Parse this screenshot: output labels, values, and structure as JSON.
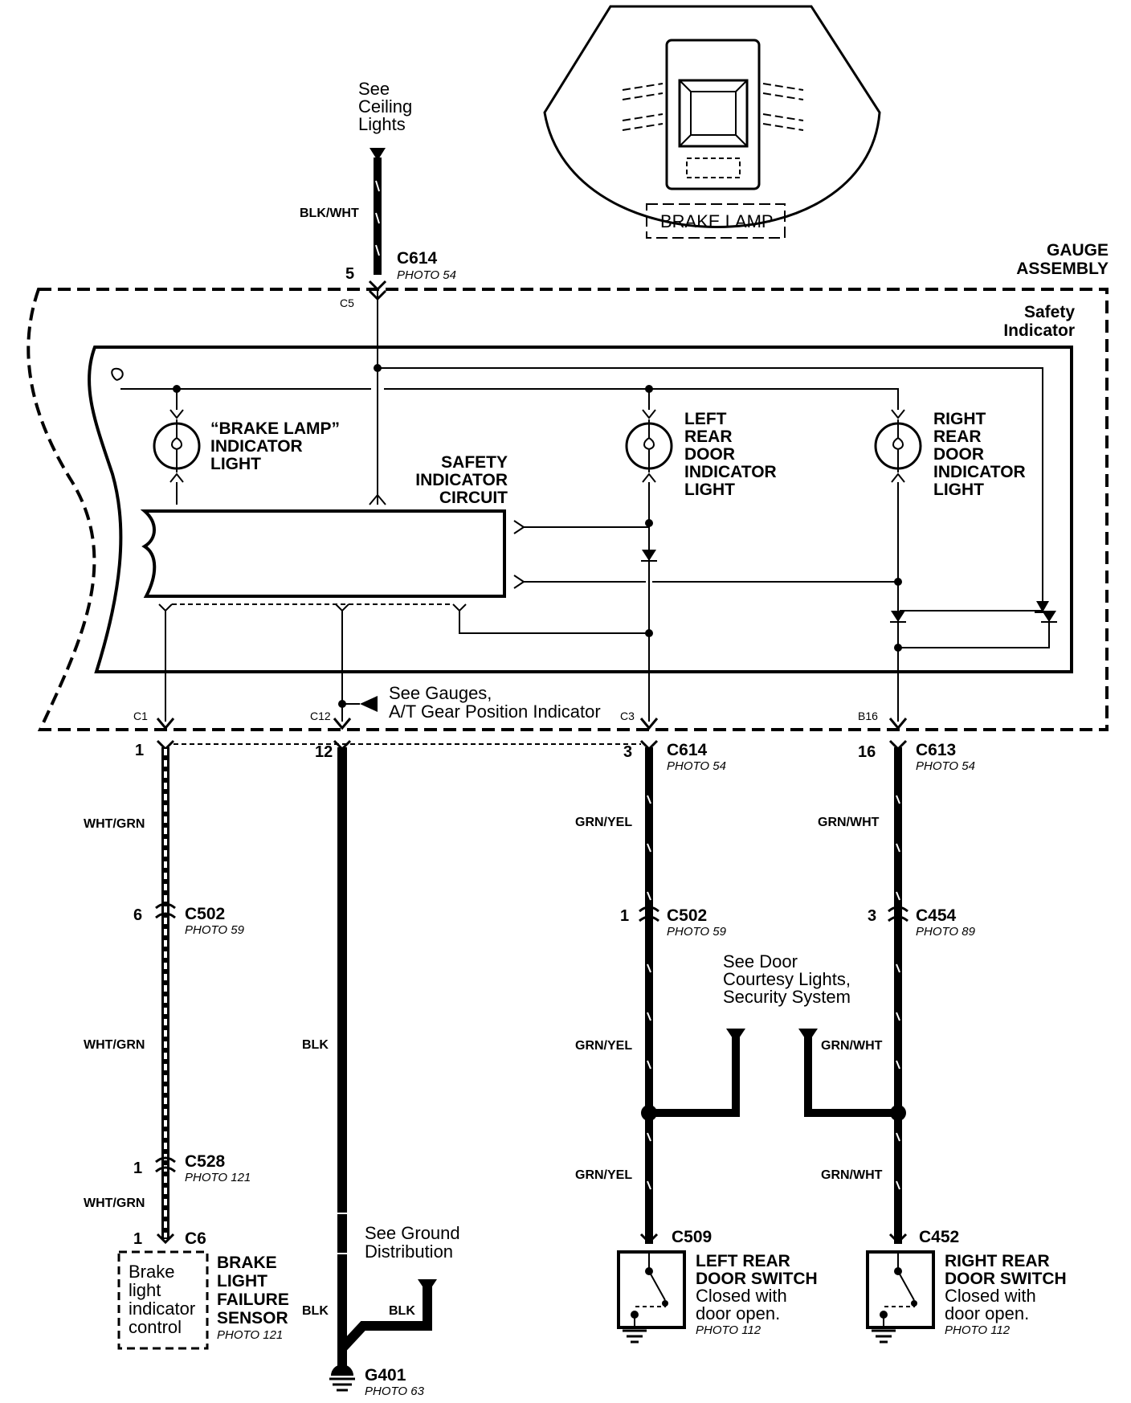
{
  "diagram": {
    "top_view": {
      "label": "BRAKE LAMP"
    },
    "gauge_assembly": {
      "title_line1": "GAUGE",
      "title_line2": "ASSEMBLY"
    },
    "safety_indicator": {
      "title_line1": "Safety",
      "title_line2": "Indicator"
    },
    "see_ceiling": {
      "line1": "See",
      "line2": "Ceiling",
      "line3": "Lights"
    },
    "see_gauges": {
      "line1": "See Gauges,",
      "line2": "A/T Gear Position Indicator"
    },
    "see_door_courtesy": {
      "line1": "See Door",
      "line2": "Courtesy Lights,",
      "line3": "Security System"
    },
    "see_ground": {
      "line1": "See Ground",
      "line2": "Distribution"
    },
    "lights": {
      "brake_lamp": {
        "line1": "“BRAKE LAMP”",
        "line2": "INDICATOR",
        "line3": "LIGHT"
      },
      "left_rear": {
        "line1": "LEFT",
        "line2": "REAR",
        "line3": "DOOR",
        "line4": "INDICATOR",
        "line5": "LIGHT"
      },
      "right_rear": {
        "line1": "RIGHT",
        "line2": "REAR",
        "line3": "DOOR",
        "line4": "INDICATOR",
        "line5": "LIGHT"
      }
    },
    "circuit": {
      "line1": "SAFETY",
      "line2": "INDICATOR",
      "line3": "CIRCUIT"
    },
    "pins": {
      "c5": "C5",
      "c1": "C1",
      "c12": "C12",
      "c3": "C3",
      "b16": "B16"
    },
    "connectors": {
      "c614_top": {
        "name": "C614",
        "photo": "PHOTO 54",
        "pin": "5"
      },
      "c614_low": {
        "name": "C614",
        "photo": "PHOTO 54",
        "pin": "3"
      },
      "c613": {
        "name": "C613",
        "photo": "PHOTO 54",
        "pin": "16"
      },
      "pin12": {
        "pin": "12"
      },
      "pin1": {
        "pin": "1"
      },
      "c502_left": {
        "name": "C502",
        "photo": "PHOTO 59",
        "pin": "6"
      },
      "c502_mid": {
        "name": "C502",
        "photo": "PHOTO 59",
        "pin": "1"
      },
      "c454": {
        "name": "C454",
        "photo": "PHOTO 89",
        "pin": "3"
      },
      "c528": {
        "name": "C528",
        "photo": "PHOTO 121",
        "pin": "1"
      },
      "c6": {
        "name": "C6",
        "pin": "1"
      },
      "c509": {
        "name": "C509"
      },
      "c452": {
        "name": "C452"
      },
      "g401": {
        "name": "G401",
        "photo": "PHOTO 63"
      }
    },
    "wires": {
      "blk_wht": "BLK/WHT",
      "wht_grn_1": "WHT/GRN",
      "wht_grn_2": "WHT/GRN",
      "wht_grn_3": "WHT/GRN",
      "blk_1": "BLK",
      "blk_2": "BLK",
      "blk_3": "BLK",
      "grn_yel_1": "GRN/YEL",
      "grn_yel_2": "GRN/YEL",
      "grn_yel_3": "GRN/YEL",
      "grn_wht_1": "GRN/WHT",
      "grn_wht_2": "GRN/WHT",
      "grn_wht_3": "GRN/WHT"
    },
    "sensor": {
      "box_line1": "Brake",
      "box_line2": "light",
      "box_line3": "indicator",
      "box_line4": "control",
      "name_line1": "BRAKE",
      "name_line2": "LIGHT",
      "name_line3": "FAILURE",
      "name_line4": "SENSOR",
      "photo": "PHOTO 121"
    },
    "left_switch": {
      "line1": "LEFT REAR",
      "line2": "DOOR SWITCH",
      "line3": "Closed with",
      "line4": "door open.",
      "photo": "PHOTO 112"
    },
    "right_switch": {
      "line1": "RIGHT REAR",
      "line2": "DOOR SWITCH",
      "line3": "Closed with",
      "line4": "door open.",
      "photo": "PHOTO 112"
    }
  }
}
